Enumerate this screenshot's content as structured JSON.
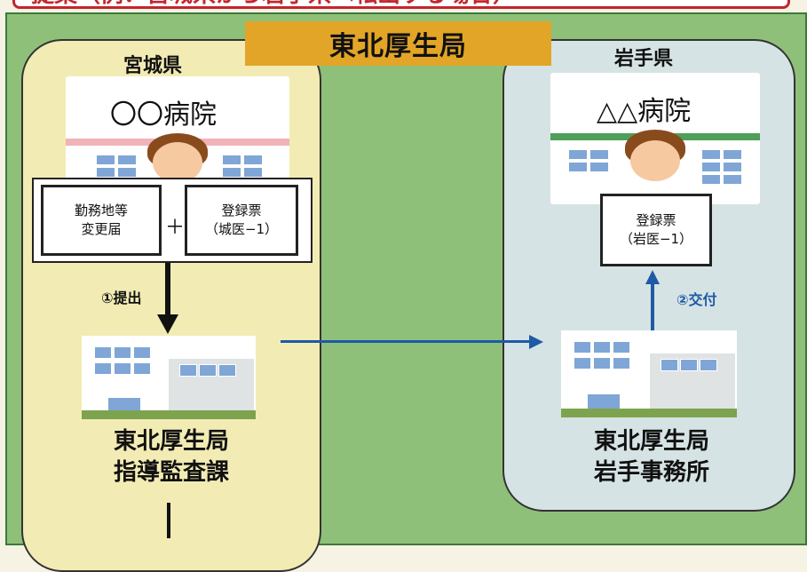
{
  "banner": {
    "partial_text": "提案（例：宮城県から岩手県へ転出する場合）"
  },
  "title": "東北厚生局",
  "miyagi": {
    "pref_label": "宮城県",
    "hospital_name": "〇〇病院",
    "documents": {
      "doc1": [
        "勤務地等",
        "変更届"
      ],
      "plus": "＋",
      "doc2": [
        "登録票",
        "（城医−1）"
      ]
    },
    "step_label": "①提出",
    "office_name": [
      "東北厚生局",
      "指導監査課"
    ]
  },
  "iwate": {
    "pref_label": "岩手県",
    "hospital_name": "△△病院",
    "document": [
      "登録票",
      "（岩医−1）"
    ],
    "step_label": "②交付",
    "office_name": [
      "東北厚生局",
      "岩手事務所"
    ]
  },
  "colors": {
    "board_green": "#8fc07a",
    "miyagi_panel": "#f2ecb4",
    "iwate_panel": "#d6e3e4",
    "title_orange": "#e2a527",
    "arrow_blue": "#1e5aa6",
    "banner_red": "#c4262e"
  }
}
